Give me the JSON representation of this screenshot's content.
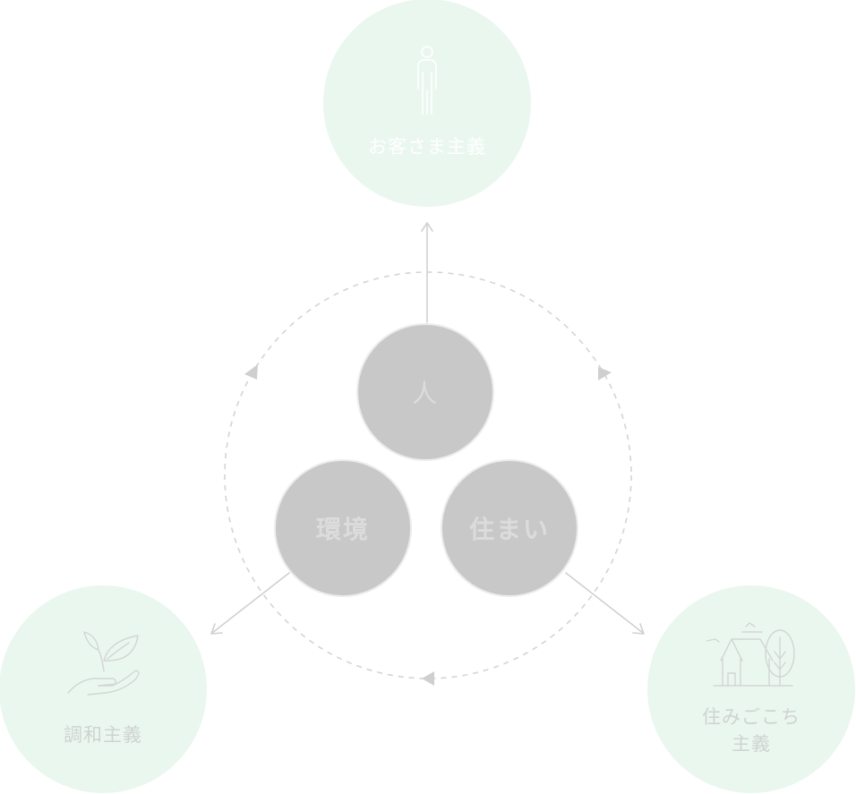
{
  "diagram": {
    "center_nodes": [
      {
        "id": "person",
        "label": "人"
      },
      {
        "id": "environment",
        "label": "環境"
      },
      {
        "id": "dwelling",
        "label": "住まい"
      }
    ],
    "outer_nodes": [
      {
        "id": "customer",
        "label": "お客さま主義",
        "icon": "person-icon"
      },
      {
        "id": "harmony",
        "label": "調和主義",
        "icon": "hand-sprout-icon"
      },
      {
        "id": "comfort",
        "label": "住みごこち\n主義",
        "icon": "house-tree-icon"
      }
    ],
    "connections": [
      {
        "from": "person",
        "to": "customer"
      },
      {
        "from": "environment",
        "to": "harmony"
      },
      {
        "from": "dwelling",
        "to": "comfort"
      }
    ],
    "cycle": {
      "style": "dashed",
      "direction": "clockwise"
    },
    "colors": {
      "outer_fill": "#eaf7ef",
      "inner_fill": "#c8c8c8",
      "line": "#d0d0d0",
      "dashed": "#d4d4d4"
    }
  }
}
